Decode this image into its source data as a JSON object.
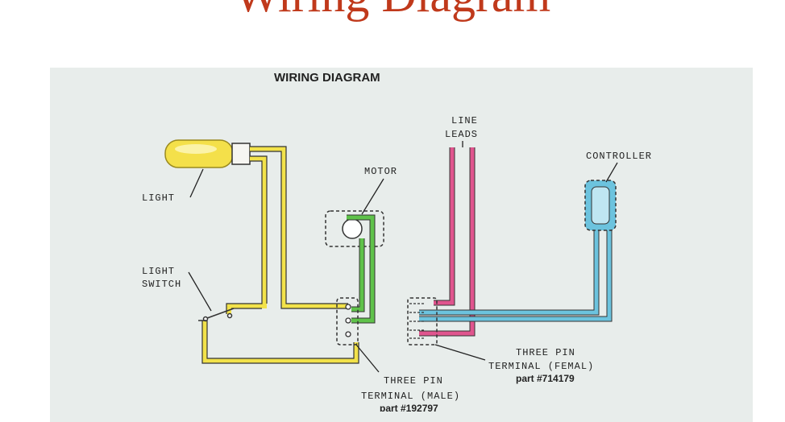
{
  "page_title": "Wiring Diagram",
  "diagram": {
    "heading": "WIRING DIAGRAM",
    "labels": {
      "light": "LIGHT",
      "light_switch_1": "LIGHT",
      "light_switch_2": "SWITCH",
      "motor": "MOTOR",
      "line_leads_1": "LINE",
      "line_leads_2": "LEADS",
      "controller": "CONTROLLER",
      "male_1": "THREE PIN",
      "male_2": "TERMINAL (MALE)",
      "male_part": "part #192797",
      "female_1": "THREE PIN",
      "female_2": "TERMINAL (FEMAL)",
      "female_part": "part #714179"
    },
    "colors": {
      "light_wires": "#f2e24a",
      "motor_wires": "#5fc24a",
      "line_wires": "#e0558e",
      "controller_wires": "#6cc3de",
      "title": "#c0391b"
    }
  }
}
